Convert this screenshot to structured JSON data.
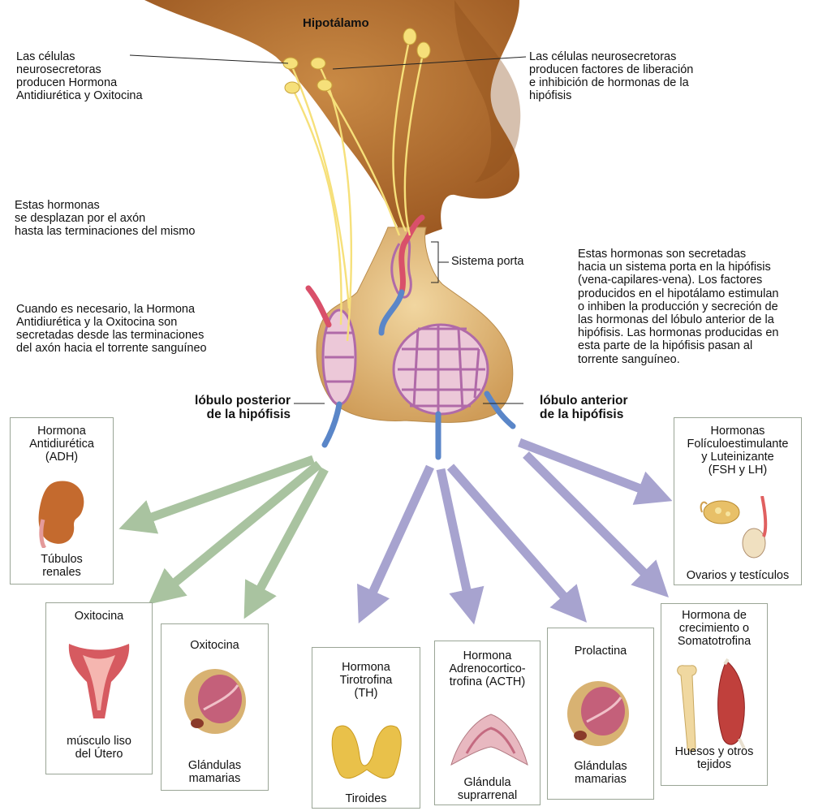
{
  "colors": {
    "hypothalamus": "#b06a2a",
    "hypothalamus_dark": "#7a3f14",
    "pituitary": "#e2b877",
    "nerve": "#f6e07a",
    "vessel_red": "#d9506a",
    "vessel_blue": "#5a86c8",
    "capillary": "#b06aa8",
    "arrow_green": "#a9c3a0",
    "arrow_purple": "#a7a3cf",
    "box_border": "#9aa596"
  },
  "labels": {
    "hipotalamo": "Hipotálamo",
    "left_top": "Las células\nneurosecretoras\nproducen Hormona\nAntidiurética y Oxitocina",
    "right_top": "Las células neurosecretoras\nproducen factores de liberación\ne inhibición de hormonas de la\nhipófisis",
    "left_mid": "Estas hormonas\nse desplazan por el axón\nhasta las terminaciones del mismo",
    "sistema_porta": "Sistema porta",
    "right_mid": "Estas hormonas son secretadas\nhacia un sistema porta en la hipófisis\n(vena-capilares-vena). Los factores\nproducidos en el hipotálamo estimulan\no inhiben la producción y secreción de\nlas hormonas del lóbulo anterior de la\nhipófisis. Las hormonas producidas en\nesta parte de la hipófisis pasan al\ntorrente sanguíneo.",
    "left_low": "Cuando es necesario, la Hormona\nAntidiurética y la Oxitocina son\nsecretadas desde las terminaciones\ndel axón hacia el torrente sanguíneo",
    "lobulo_posterior": "lóbulo posterior\nde la hipófisis",
    "lobulo_anterior": "lóbulo anterior\nde la hipófisis"
  },
  "boxes": {
    "adh": {
      "title": "Hormona\nAntidiurética\n(ADH)",
      "target": "Túbulos\nrenales",
      "icon": "kidney-icon"
    },
    "oxitocina_utero": {
      "title": "Oxitocina",
      "target": "músculo liso\ndel Útero",
      "icon": "uterus-icon"
    },
    "oxitocina_mama": {
      "title": "Oxitocina",
      "target": "Glándulas\nmamarias",
      "icon": "mammary-gland-icon"
    },
    "th": {
      "title": "Hormona\nTirotrofina\n(TH)",
      "target": "Tiroides",
      "icon": "thyroid-icon"
    },
    "acth": {
      "title": "Hormona\nAdrenocortico-\ntrofina (ACTH)",
      "target": "Glándula\nsuprarrenal",
      "icon": "adrenal-gland-icon"
    },
    "prolactina": {
      "title": "Prolactina",
      "target": "Glándulas\nmamarias",
      "icon": "mammary-gland-icon"
    },
    "somatotrofina": {
      "title": "Hormona de\ncrecimiento o\nSomatotrofina",
      "target": "Huesos y otros\ntejidos",
      "icon": "bone-muscle-icon"
    },
    "fsh_lh": {
      "title": "Hormonas\nFolículoestimulante\ny Luteinizante\n(FSH y LH)",
      "target": "Ovarios y testículos",
      "icon": "ovary-testis-icon"
    }
  }
}
